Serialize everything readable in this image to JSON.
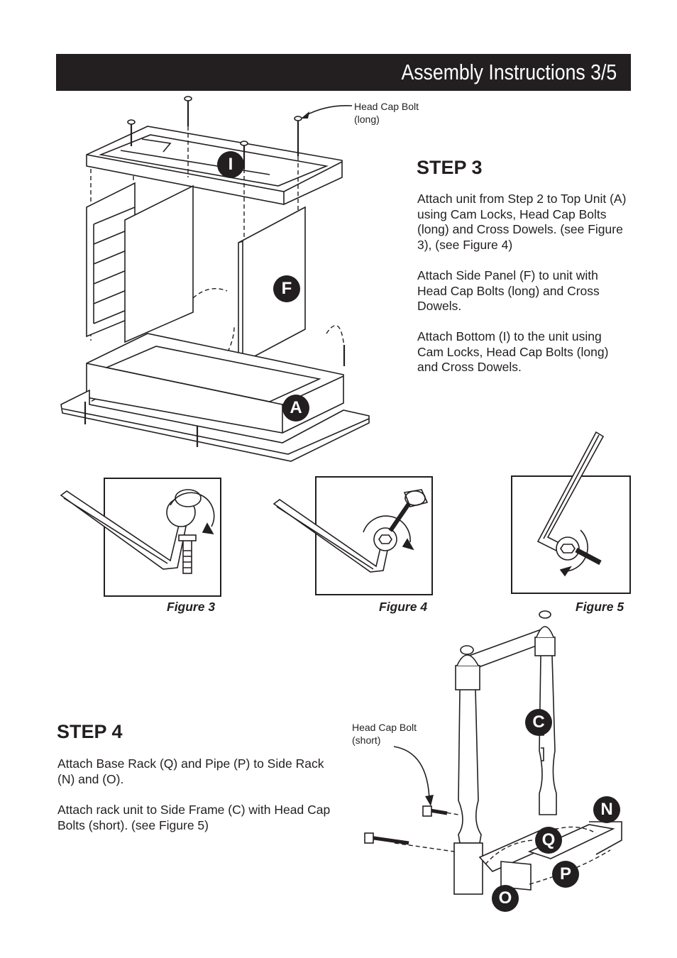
{
  "header": {
    "title": "Assembly Instructions 3/5"
  },
  "step3": {
    "heading": "STEP 3",
    "paragraphs": [
      "Attach unit from Step 2 to Top Unit (A) using Cam Locks, Head Cap Bolts (long) and Cross Dowels. (see Figure 3), (see Figure 4)",
      "Attach Side Panel (F) to unit with Head Cap Bolts (long) and Cross Dowels.",
      "Attach Bottom (I) to the unit using Cam Locks, Head Cap Bolts (long) and Cross Dowels."
    ],
    "callout_line1": "Head Cap Bolt",
    "callout_line2": "(long)",
    "labels": {
      "I": "I",
      "F": "F",
      "A": "A"
    }
  },
  "figures": {
    "fig3": "Figure 3",
    "fig4": "Figure 4",
    "fig5": "Figure 5"
  },
  "step4": {
    "heading": "STEP 4",
    "paragraphs": [
      "Attach Base Rack (Q) and Pipe (P) to Side Rack (N) and (O).",
      "Attach rack unit to Side Frame (C) with Head Cap Bolts (short). (see Figure 5)"
    ],
    "callout_line1": "Head Cap Bolt",
    "callout_line2": "(short)",
    "labels": {
      "C": "C",
      "N": "N",
      "Q": "Q",
      "P": "P",
      "O": "O"
    }
  }
}
